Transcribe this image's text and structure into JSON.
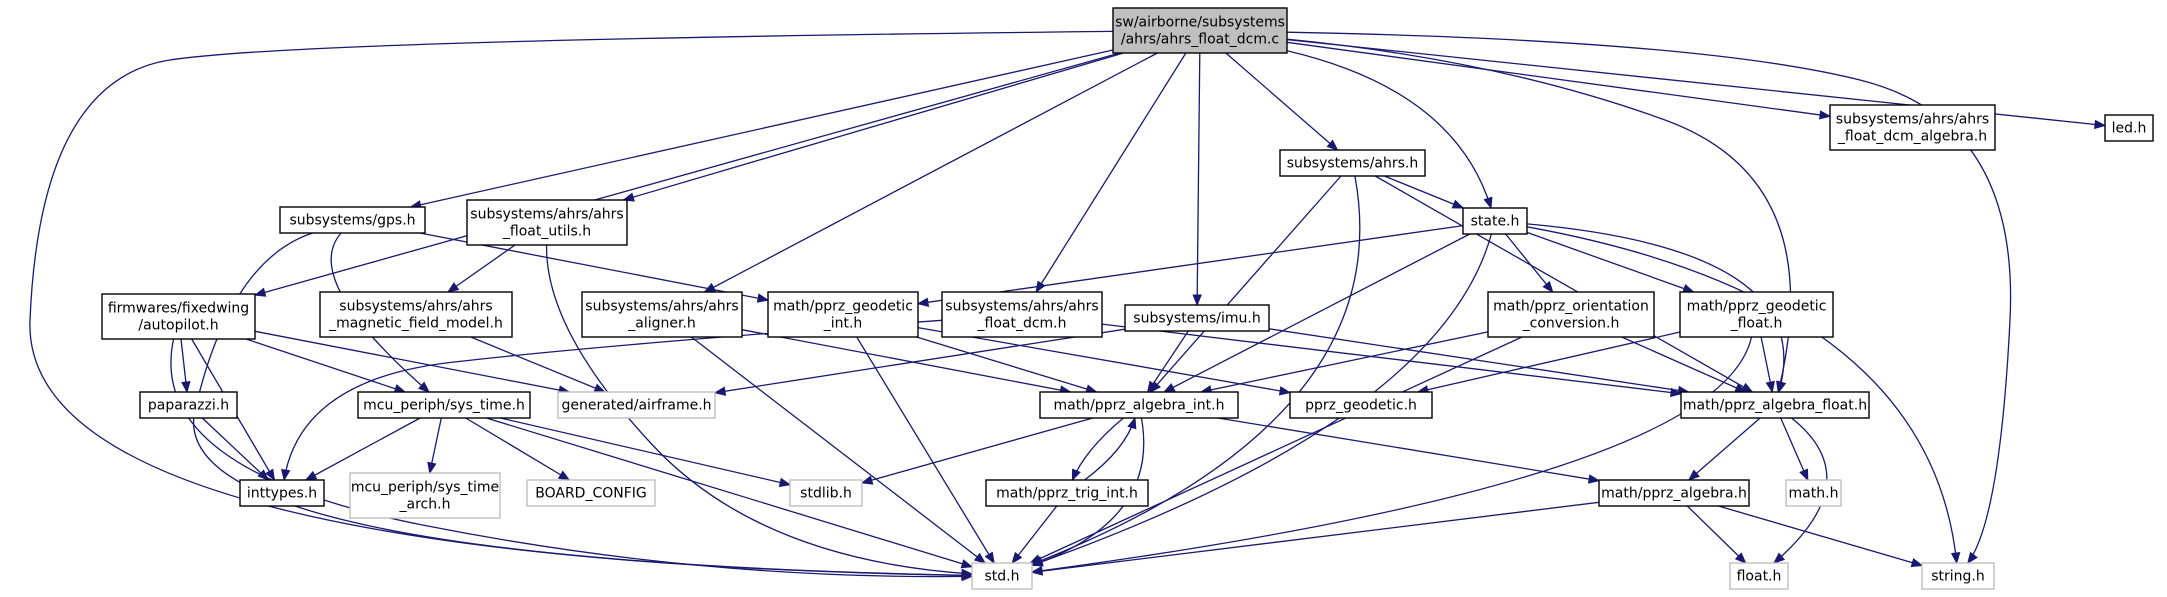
{
  "colors": {
    "edge": "#191970",
    "root_fill": "#bfbfbf",
    "node_border": "#000000",
    "missing_border": "#bfbfbf"
  },
  "nodes": {
    "root": [
      "sw/airborne/subsystems",
      "/ahrs/ahrs_float_dcm.c"
    ],
    "autopilot": [
      "firmwares/fixedwing",
      "/autopilot.h"
    ],
    "gps": [
      "subsystems/gps.h"
    ],
    "ahrs_float_utils": [
      "subsystems/ahrs/ahrs",
      "_float_utils.h"
    ],
    "ahrs_aligner": [
      "subsystems/ahrs/ahrs",
      "_aligner.h"
    ],
    "ahrs_float_dcm": [
      "subsystems/ahrs/ahrs",
      "_float_dcm.h"
    ],
    "imu": [
      "subsystems/imu.h"
    ],
    "ahrs": [
      "subsystems/ahrs.h"
    ],
    "state": [
      "state.h"
    ],
    "dcm_algebra": [
      "subsystems/ahrs/ahrs",
      "_float_dcm_algebra.h"
    ],
    "led": [
      "led.h"
    ],
    "mag_field": [
      "subsystems/ahrs/ahrs",
      "_magnetic_field_model.h"
    ],
    "geodetic_int": [
      "math/pprz_geodetic",
      "_int.h"
    ],
    "orientation": [
      "math/pprz_orientation",
      "_conversion.h"
    ],
    "geodetic_float": [
      "math/pprz_geodetic",
      "_float.h"
    ],
    "paparazzi": [
      "paparazzi.h"
    ],
    "sys_time": [
      "mcu_periph/sys_time.h"
    ],
    "airframe": [
      "generated/airframe.h"
    ],
    "algebra_int": [
      "math/pprz_algebra_int.h"
    ],
    "pprz_geodetic": [
      "pprz_geodetic.h"
    ],
    "algebra_float": [
      "math/pprz_algebra_float.h"
    ],
    "inttypes": [
      "inttypes.h"
    ],
    "sys_time_arch": [
      "mcu_periph/sys_time",
      "_arch.h"
    ],
    "board_config": [
      "BOARD_CONFIG"
    ],
    "stdlib": [
      "stdlib.h"
    ],
    "trig_int": [
      "math/pprz_trig_int.h"
    ],
    "algebra": [
      "math/pprz_algebra.h"
    ],
    "math": [
      "math.h"
    ],
    "std": [
      "std.h"
    ],
    "float": [
      "float.h"
    ],
    "string": [
      "string.h"
    ]
  }
}
